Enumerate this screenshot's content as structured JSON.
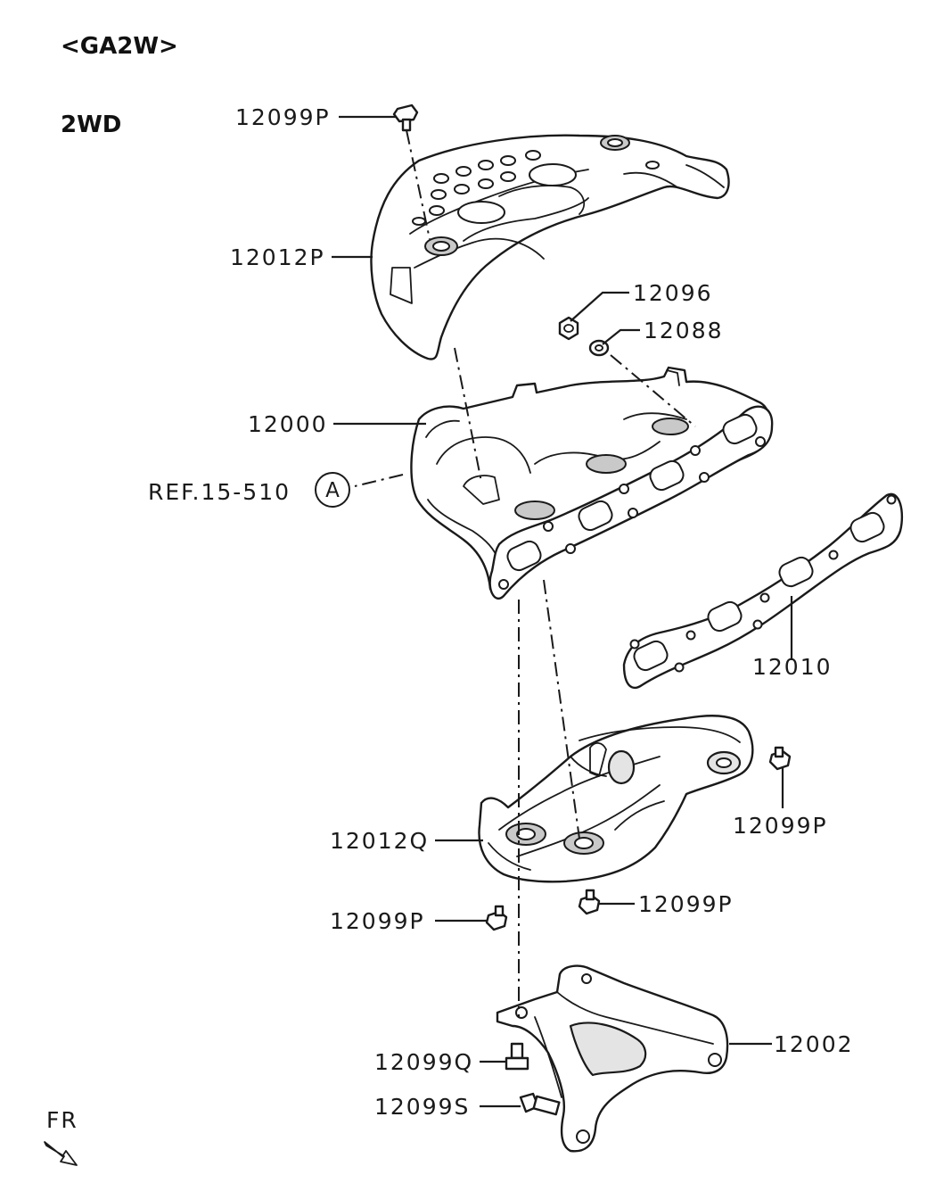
{
  "header": {
    "model": "<GA2W>",
    "drive": "2WD"
  },
  "labels": {
    "p12099P_top": "12099P",
    "p12012P": "12012P",
    "p12096": "12096",
    "p12088": "12088",
    "p12000": "12000",
    "ref": "REF.15-510",
    "ref_circle": "A",
    "p12010": "12010",
    "p12099P_right": "12099P",
    "p12012Q": "12012Q",
    "p12099P_mid": "12099P",
    "p12099P_left": "12099P",
    "p12002": "12002",
    "p12099Q": "12099Q",
    "p12099S": "12099S",
    "front": "FR"
  }
}
